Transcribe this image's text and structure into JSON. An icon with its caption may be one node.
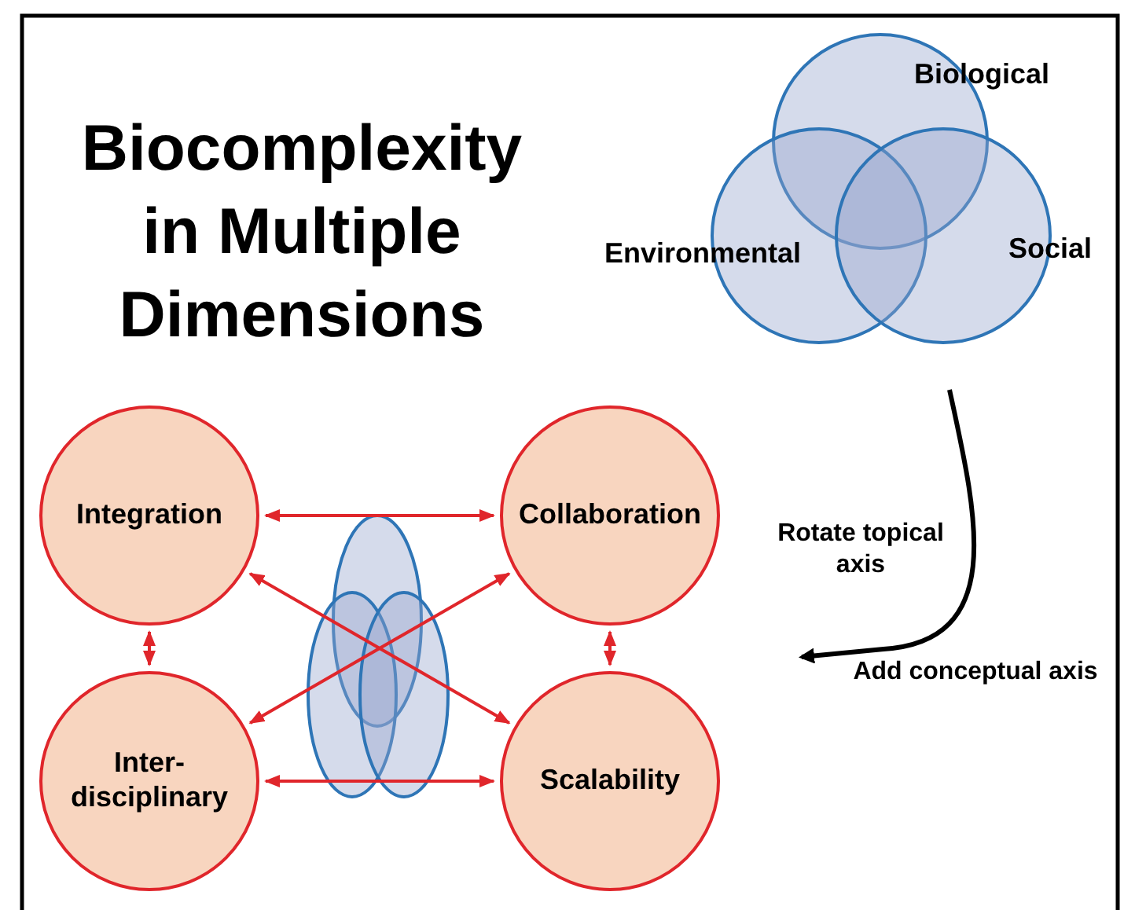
{
  "diagram": {
    "title": "Biocomplexity in Multiple Dimensions",
    "nodes": [
      {
        "text": [
          "Integration"
        ]
      },
      {
        "text": [
          "Collaboration"
        ]
      },
      {
        "text": [
          "Inter- disciplinary"
        ]
      },
      {
        "text": [
          "Scalability"
        ]
      }
    ],
    "edges": [
      {
        "from": 0,
        "to": 1,
        "arrow": "both"
      },
      {
        "from": 0,
        "to": 2,
        "arrow": "both"
      },
      {
        "from": 1,
        "to": 3,
        "arrow": "both"
      },
      {
        "from": 2,
        "to": 3,
        "arrow": "both"
      },
      {
        "from": 0,
        "to": 3,
        "arrow": "both"
      },
      {
        "from": 2,
        "to": 1,
        "arrow": "both"
      }
    ],
    "labels": [
      "Biological",
      "Environmental",
      "Social",
      "Rotate topical axis",
      "Add conceptual axis"
    ]
  }
}
